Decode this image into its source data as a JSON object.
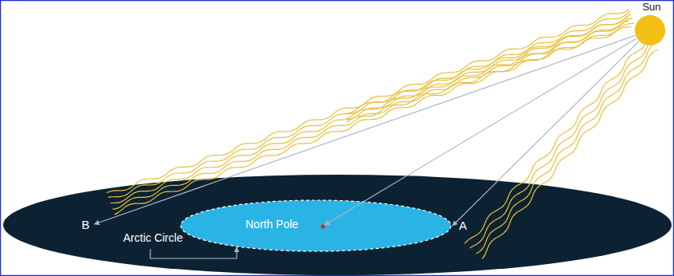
{
  "diagram": {
    "nodes": [
      {
        "text": [
          "Sun"
        ]
      },
      {
        "text": [
          "B",
          "Arctic Circle",
          "A"
        ]
      },
      {
        "text": [
          "North Pole"
        ],
        "in": 1
      }
    ],
    "edges": [
      {
        "from": 0,
        "to": 2,
        "arrow": "to"
      }
    ]
  }
}
